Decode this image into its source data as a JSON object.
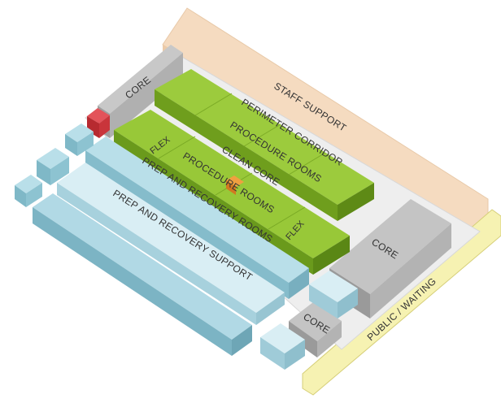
{
  "diagram": {
    "labels": {
      "core_top": "CORE",
      "staff_support": "STAFF SUPPORT",
      "perimeter_corridor": "PERIMETER CORRIDOR",
      "procedure_rooms_upper": "PROCEDURE ROOMS",
      "flex_left": "FLEX",
      "clean_core": "CLEAN CORE",
      "procedure_rooms_lower": "PROCEDURE ROOMS",
      "flex_right": "FLEX",
      "prep_recovery_rooms": "PREP AND RECOVERY ROOMS",
      "prep_recovery_support": "PREP AND RECOVERY SUPPORT",
      "core_right": "CORE",
      "core_bottom": "CORE",
      "public_waiting": "PUBLIC / WAITING"
    },
    "colors": {
      "staff_support": "#f6dcc2",
      "corridor": "#f3f3f3",
      "core": "#bdbdbd",
      "core_red": "#d0343a",
      "green": "#84b52a",
      "green_dark": "#5f8f1a",
      "blue": "#a8d4e0",
      "blue_light": "#d8eef4",
      "public_waiting": "#f7f3b5",
      "accent_orange": "#e98a2a"
    }
  }
}
